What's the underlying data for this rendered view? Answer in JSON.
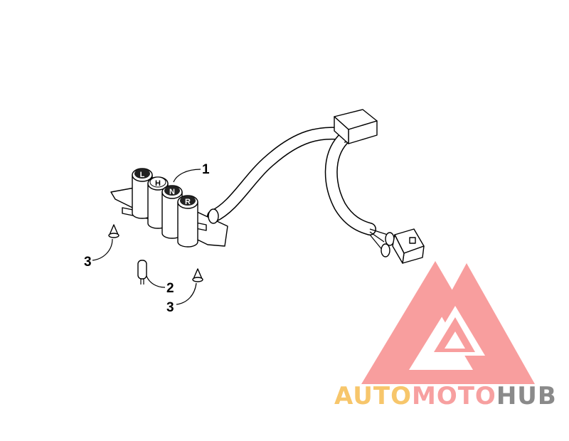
{
  "diagram": {
    "callouts": [
      "1",
      "2",
      "3",
      "3"
    ],
    "indicator_letters": [
      "L",
      "H",
      "N",
      "R"
    ]
  },
  "watermark": {
    "part1": "AUTO",
    "part2": "MOTO",
    "part3": "HUB",
    "colors": {
      "auto": "#F7C66B",
      "moto": "#F7A0A0",
      "hub": "#8A8A8A",
      "logo": "#F79393"
    }
  }
}
